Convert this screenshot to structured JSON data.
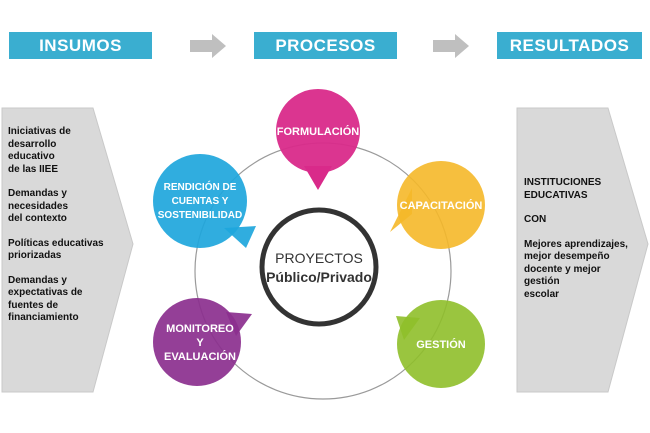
{
  "headers": {
    "insumos": "INSUMOS",
    "procesos": "PROCESOS",
    "resultados": "RESULTADOS"
  },
  "left_panel": {
    "items": [
      "Iniciativas de\ndesarrollo\neducativo\nde las IIEE",
      "Demandas y\nnecesidades\ndel contexto",
      "Políticas educativas\npriorizadas",
      "Demandas y\nexpectativas de\nfuentes de\nfinanciamiento"
    ]
  },
  "center": {
    "line1": "PROYECTOS",
    "line2": "Público/Privado"
  },
  "bubbles": {
    "formulacion": {
      "line1": "FORMULACIÓN",
      "color": "#d92a8a"
    },
    "capacitacion": {
      "line1": "CAPACITACIÓN",
      "color": "#f5b829"
    },
    "gestion": {
      "line1": "GESTIÓN",
      "color": "#8fbf2a"
    },
    "monitoreo": {
      "line1": "MONITOREO",
      "line2": "Y",
      "line3": "EVALUACIÓN",
      "color": "#8b2f8e"
    },
    "rendicion": {
      "line1": "RENDICIÓN DE",
      "line2": "CUENTAS Y",
      "line3": "SOSTENIBILIDAD",
      "color": "#1ea6dc"
    }
  },
  "right_panel": {
    "lines": [
      "INSTITUCIONES\nEDUCATIVAS",
      "CON",
      "Mejores aprendizajes,\nmejor desempeño\ndocente y mejor\ngestión\nescolar"
    ]
  },
  "colors": {
    "header_bg": "#3aaed0",
    "arrow_gray": "#bfbfbf",
    "panel_gray": "#d9d9d9"
  }
}
